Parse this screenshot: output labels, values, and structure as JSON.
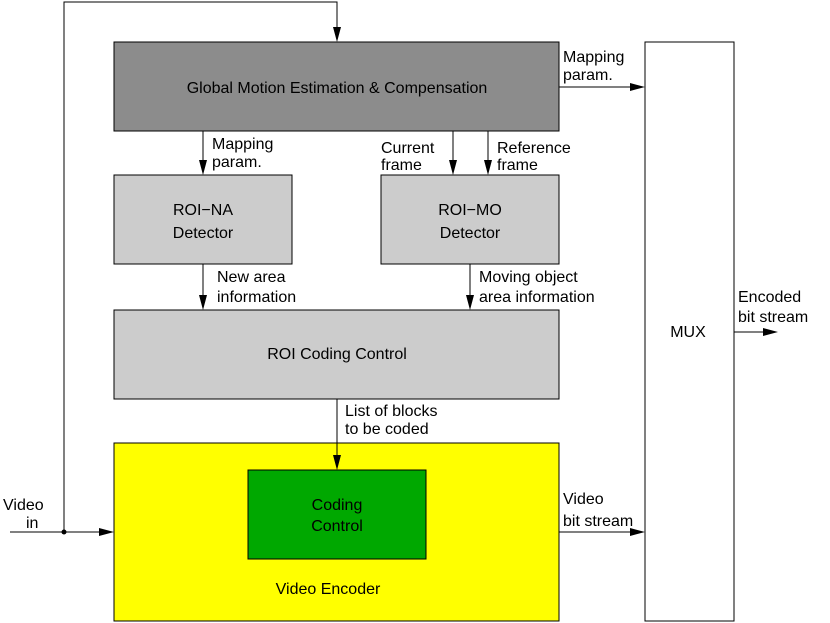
{
  "blocks": {
    "gme": {
      "label": "Global Motion Estimation & Compensation",
      "fill": "#8c8c8c"
    },
    "roi_na": {
      "line1": "ROI−NA",
      "line2": "Detector",
      "fill": "#cccccc"
    },
    "roi_mo": {
      "line1": "ROI−MO",
      "line2": "Detector",
      "fill": "#cccccc"
    },
    "roi_cc": {
      "label": "ROI Coding Control",
      "fill": "#cccccc"
    },
    "video_encoder": {
      "label": "Video Encoder",
      "fill": "#ffff00"
    },
    "coding_control": {
      "line1": "Coding",
      "line2": "Control",
      "fill": "#00a800"
    },
    "mux": {
      "label": "MUX",
      "fill": "#ffffff"
    }
  },
  "labels": {
    "gme_mux_param": {
      "line1": "Mapping",
      "line2": "param."
    },
    "gme_na_param": {
      "line1": "Mapping",
      "line2": "param."
    },
    "current_frame": {
      "line1": "Current",
      "line2": "frame"
    },
    "reference_frame": {
      "line1": "Reference",
      "line2": "frame"
    },
    "new_area": {
      "line1": "New area",
      "line2": "information"
    },
    "moving_object": {
      "line1": "Moving object",
      "line2": "area information"
    },
    "list_blocks": {
      "line1": "List of blocks",
      "line2": "to be coded"
    },
    "video_in": {
      "line1": "Video",
      "line2": "in"
    },
    "video_bitstream": {
      "line1": "Video",
      "line2": "bit stream"
    },
    "encoded_bitstream": {
      "line1": "Encoded",
      "line2": "bit stream"
    }
  }
}
